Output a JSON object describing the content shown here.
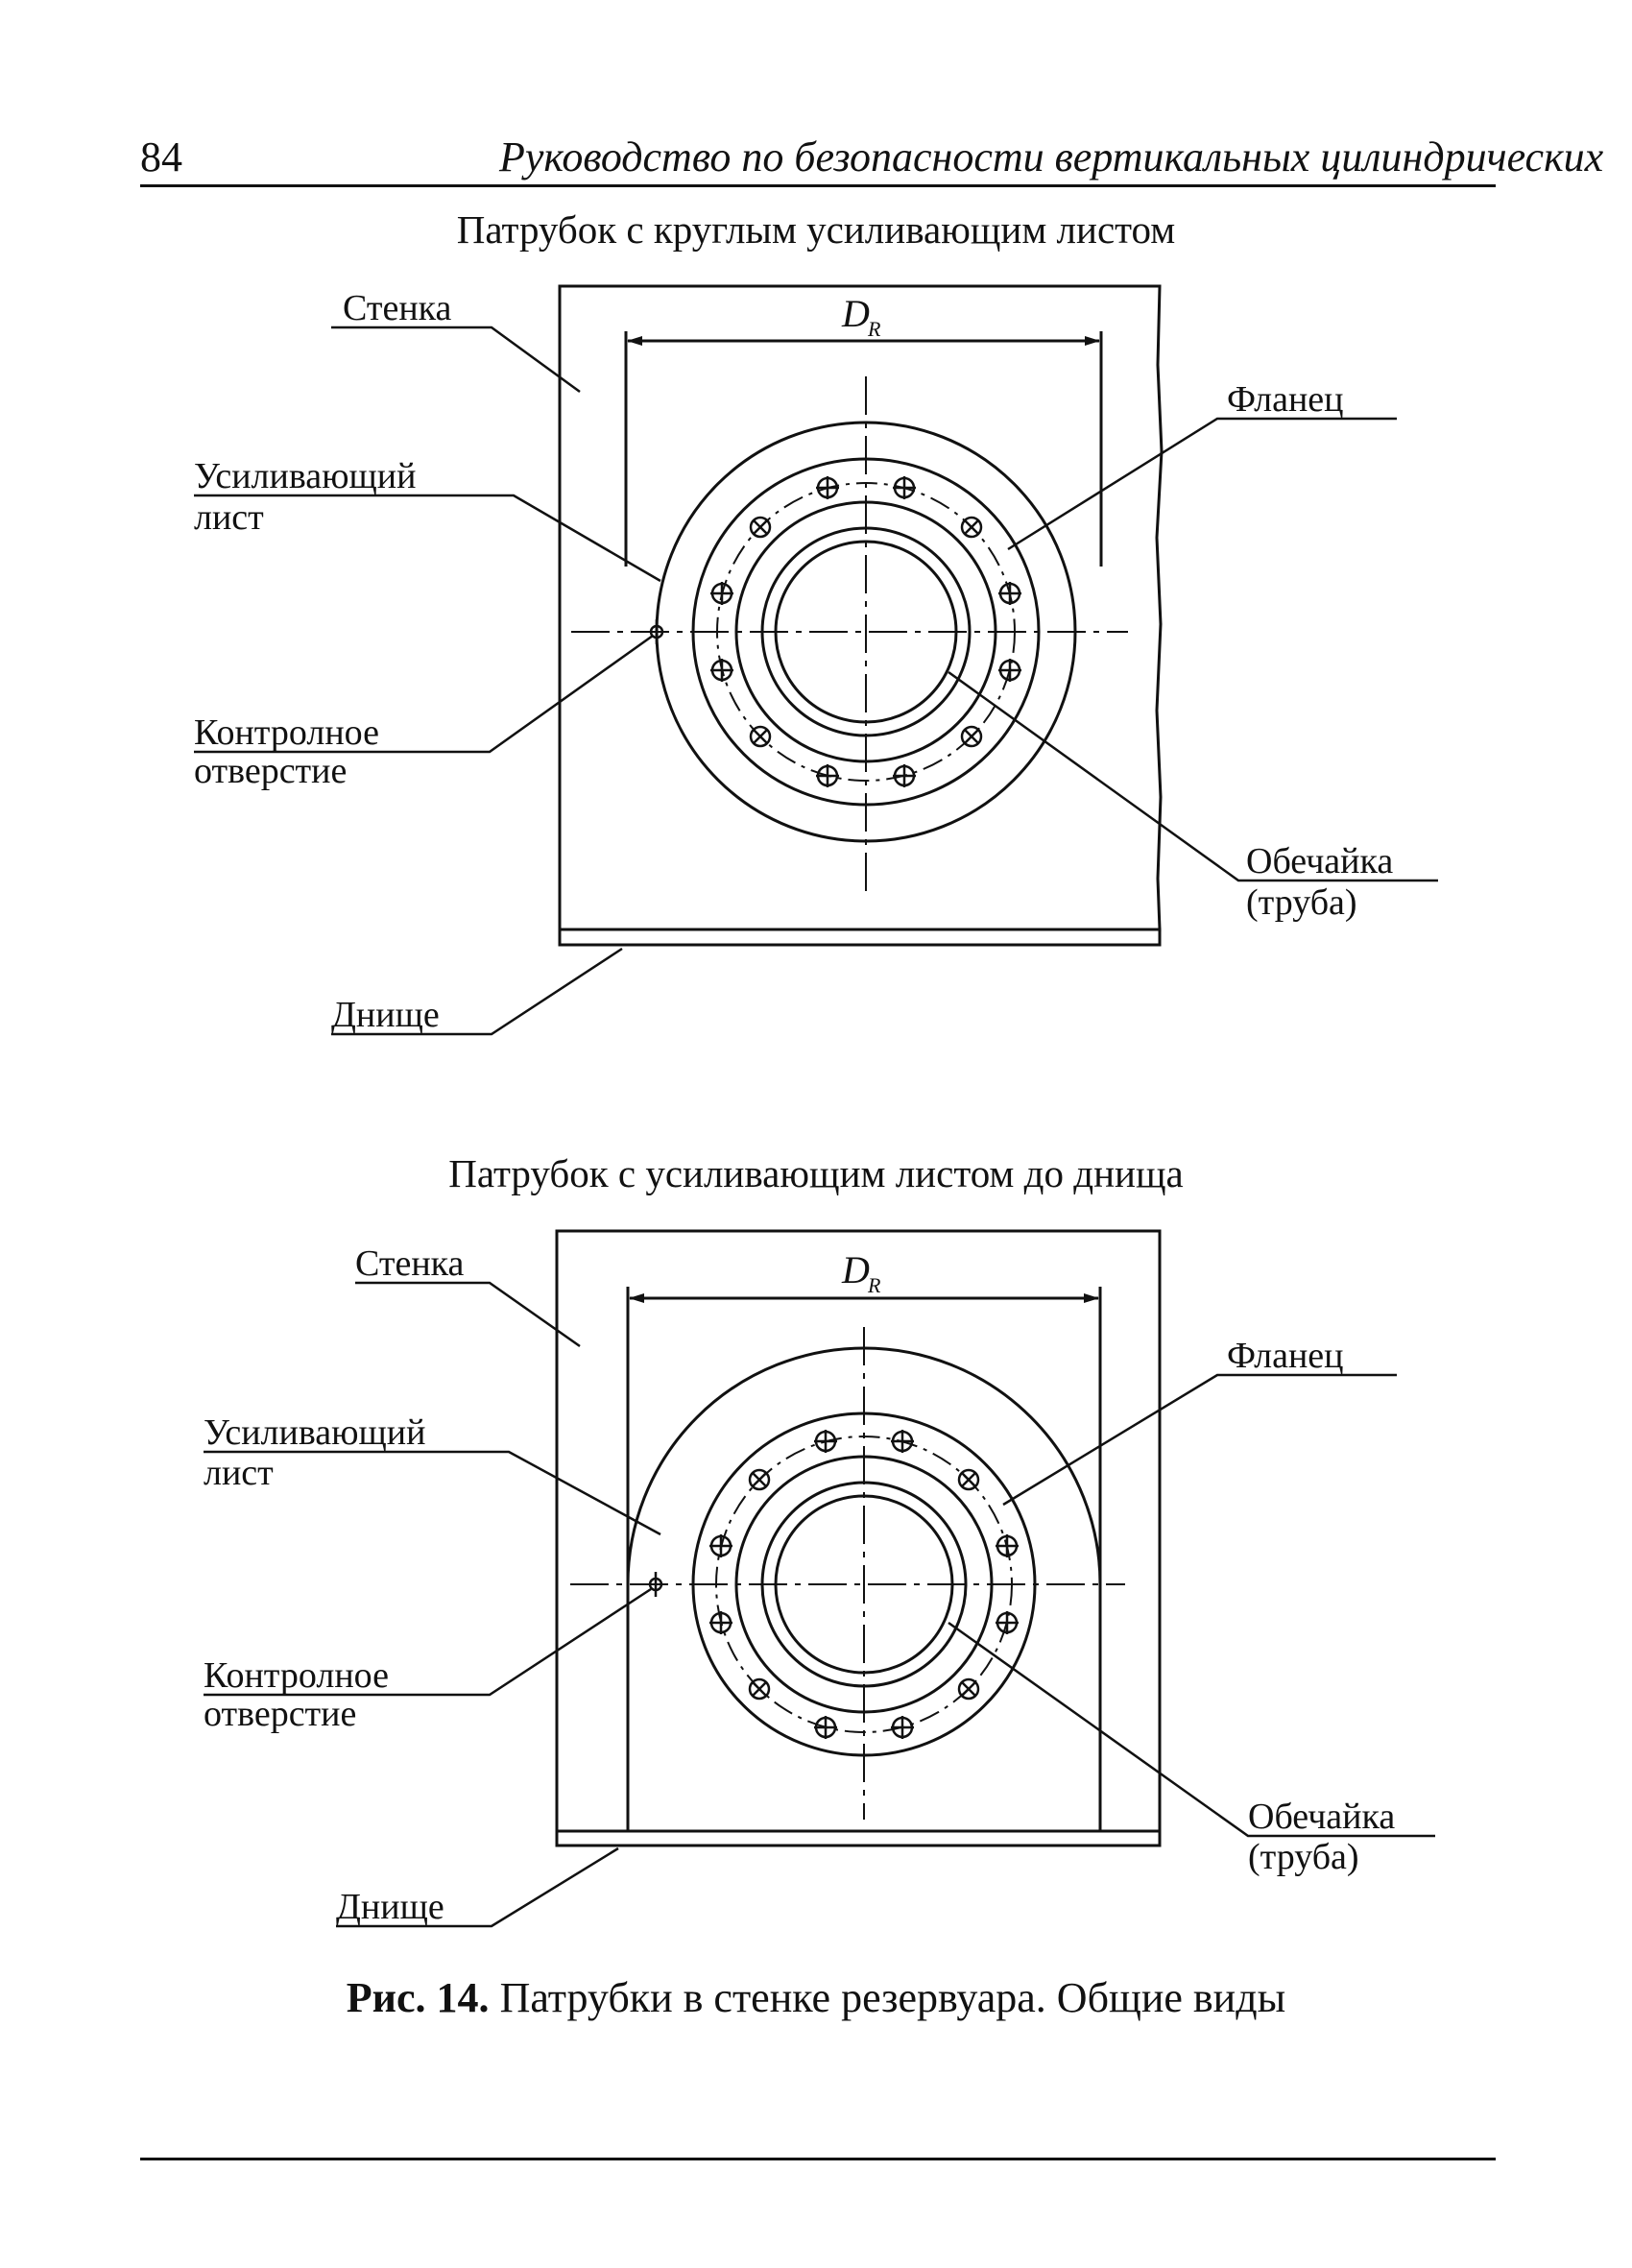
{
  "header": {
    "page_number": "84",
    "running_title": "Руководство по безопасности вертикальных цилиндрических"
  },
  "figures": [
    {
      "title": "Патрубок с круглым усиливающим листом",
      "labels": {
        "wall": "Стенка",
        "reinforcing_line1": "Усиливающий",
        "reinforcing_line2": "лист",
        "control_line1": "Контролное",
        "control_line2": "отверстие",
        "bottom": "Днище",
        "flange": "Фланец",
        "shell_line1": "Обечайка",
        "shell_line2": "(труба)",
        "dimension": "D",
        "dimension_sub": "R"
      }
    },
    {
      "title": "Патрубок с усиливающим листом до днища",
      "labels": {
        "wall": "Стенка",
        "reinforcing_line1": "Усиливающий",
        "reinforcing_line2": "лист",
        "control_line1": "Контролное",
        "control_line2": "отверстие",
        "bottom": "Днище",
        "flange": "Фланец",
        "shell_line1": "Обечайка",
        "shell_line2": "(труба)",
        "dimension": "D",
        "dimension_sub": "R"
      }
    }
  ],
  "caption": {
    "label": "Рис. 14.",
    "text": "Патрубки в стенке резервуара. Общие виды"
  }
}
